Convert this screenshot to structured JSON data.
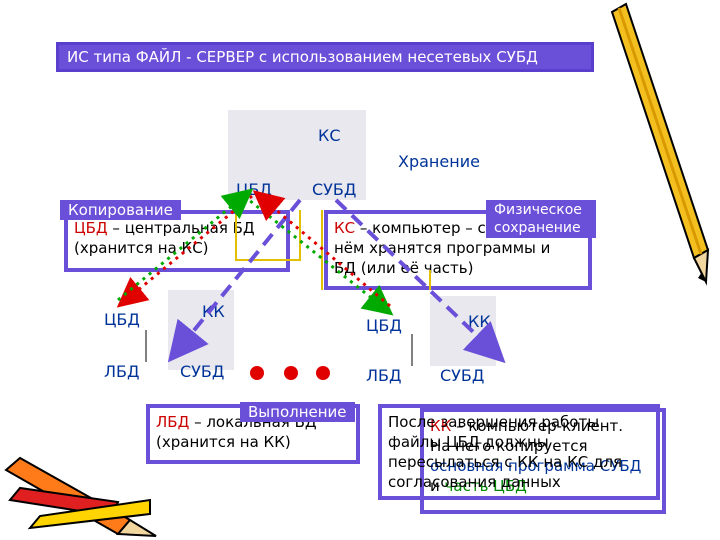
{
  "title": "ИС типа ФАЙЛ - СЕРВЕР с использованием несетевых СУБД",
  "server": {
    "label": "КС",
    "db": "ЦБД",
    "dbms": "СУБД"
  },
  "storage_label": "Хранение",
  "copy_label": "Копирование",
  "sync_label": "Физическое сохранение",
  "exec_label": "Выполнение",
  "client_left": {
    "label": "КК",
    "db": "ЦБД",
    "local": "ЛБД",
    "dbms": "СУБД"
  },
  "client_right": {
    "label": "КК",
    "db": "ЦБД",
    "local": "ЛБД",
    "dbms": "СУБД"
  },
  "cbd_box": {
    "term": "ЦБД",
    "rest1": " – центральная БД",
    "line2": "(хранится на КС)"
  },
  "ks_box": {
    "term": "КС",
    "rest1": " – компьютер – сервер. На",
    "line2": "нём хранятся программы и",
    "line3": "БД (или её часть)"
  },
  "lbd_box": {
    "term": "ЛБД",
    "rest1": " – локальная БД",
    "line2": "(хранится на КК)"
  },
  "kk_box": {
    "term": "КК",
    "rest1": " – компьютер-клиент.",
    "line2": "На него копируется",
    "line3": "основная программа СУБД",
    "line4_pre": "и ",
    "line4_hl": "часть ЦБД"
  },
  "after_box": {
    "line1": "После завершения работы",
    "line2": "файлы ЦБД должны",
    "line3": "пересылаться с КК на КС для",
    "line4": "согласования данных"
  },
  "colors": {
    "accent": "#6a50d8",
    "red": "#cc0000",
    "green": "#008800",
    "pencil": "#f4c020"
  }
}
